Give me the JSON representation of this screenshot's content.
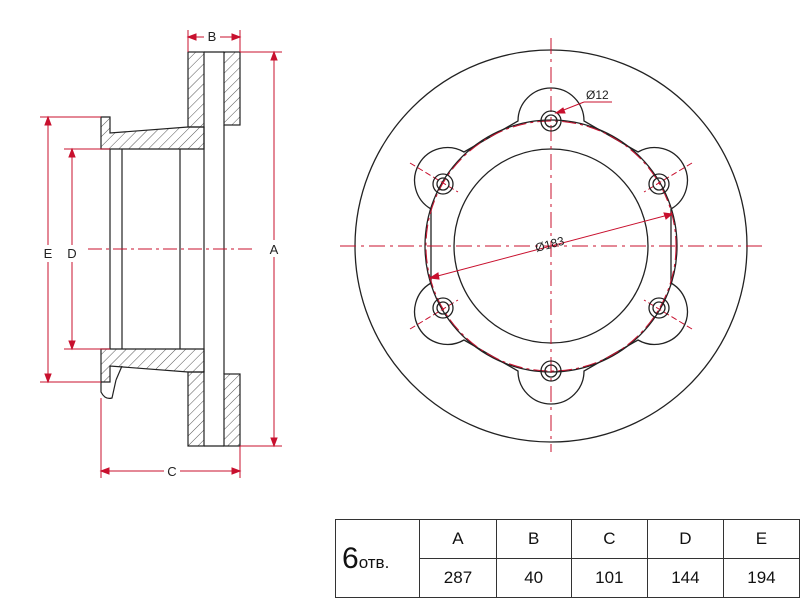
{
  "drawing": {
    "side_labels": {
      "a": "A",
      "b": "B",
      "c": "C",
      "d": "D",
      "e": "E"
    },
    "hole_diameter_label": "Ø12",
    "bolt_circle_label": "Ø183"
  },
  "table": {
    "hole_count": "6",
    "hole_unit": "отв.",
    "headers": [
      "A",
      "B",
      "C",
      "D",
      "E"
    ],
    "values": [
      "287",
      "40",
      "101",
      "144",
      "194"
    ]
  },
  "colors": {
    "line": "#222222",
    "dimension": "#c8102e",
    "hatch": "#555555"
  }
}
